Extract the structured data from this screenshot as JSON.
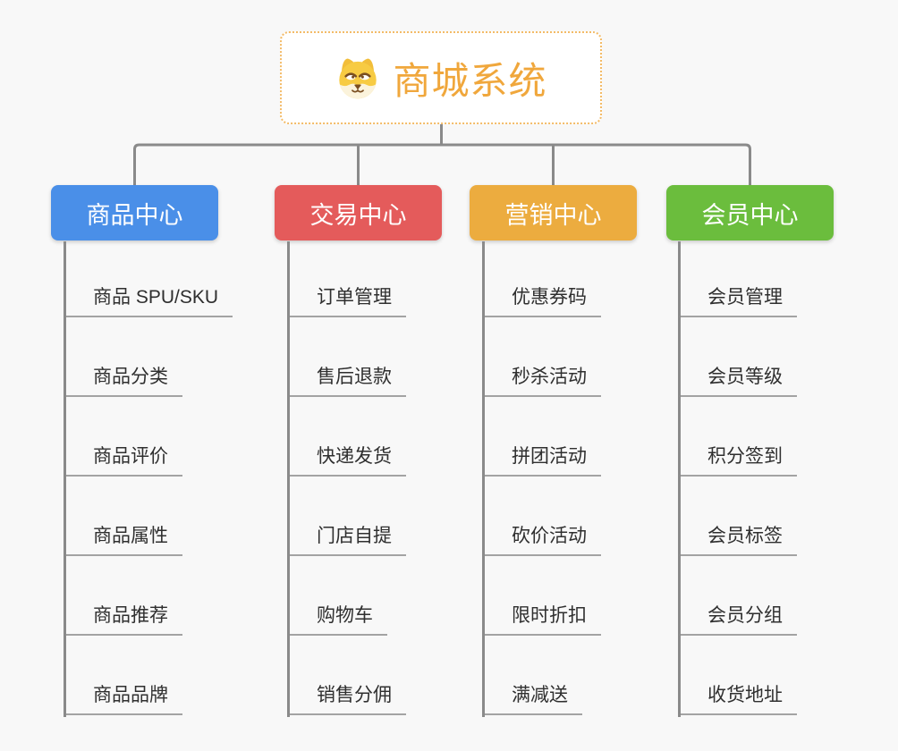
{
  "root": {
    "title": "商城系统"
  },
  "connector_color": "#8a8a8a",
  "palette": {
    "background": "#f8f8f8",
    "root_border": "#f3bb67",
    "root_title": "#f0a73c",
    "leaf_text": "#2f2f2f",
    "leaf_underline": "#a3a3a3"
  },
  "branches": [
    {
      "label": "商品中心",
      "color": "#4a8fe8",
      "children": [
        "商品 SPU/SKU",
        "商品分类",
        "商品评价",
        "商品属性",
        "商品推荐",
        "商品品牌"
      ]
    },
    {
      "label": "交易中心",
      "color": "#e45b5b",
      "children": [
        "订单管理",
        "售后退款",
        "快递发货",
        "门店自提",
        "购物车",
        "销售分佣"
      ]
    },
    {
      "label": "营销中心",
      "color": "#ecac3f",
      "children": [
        "优惠券码",
        "秒杀活动",
        "拼团活动",
        "砍价活动",
        "限时折扣",
        "满减送"
      ]
    },
    {
      "label": "会员中心",
      "color": "#6bbd3d",
      "children": [
        "会员管理",
        "会员等级",
        "积分签到",
        "会员标签",
        "会员分组",
        "收货地址"
      ]
    }
  ]
}
